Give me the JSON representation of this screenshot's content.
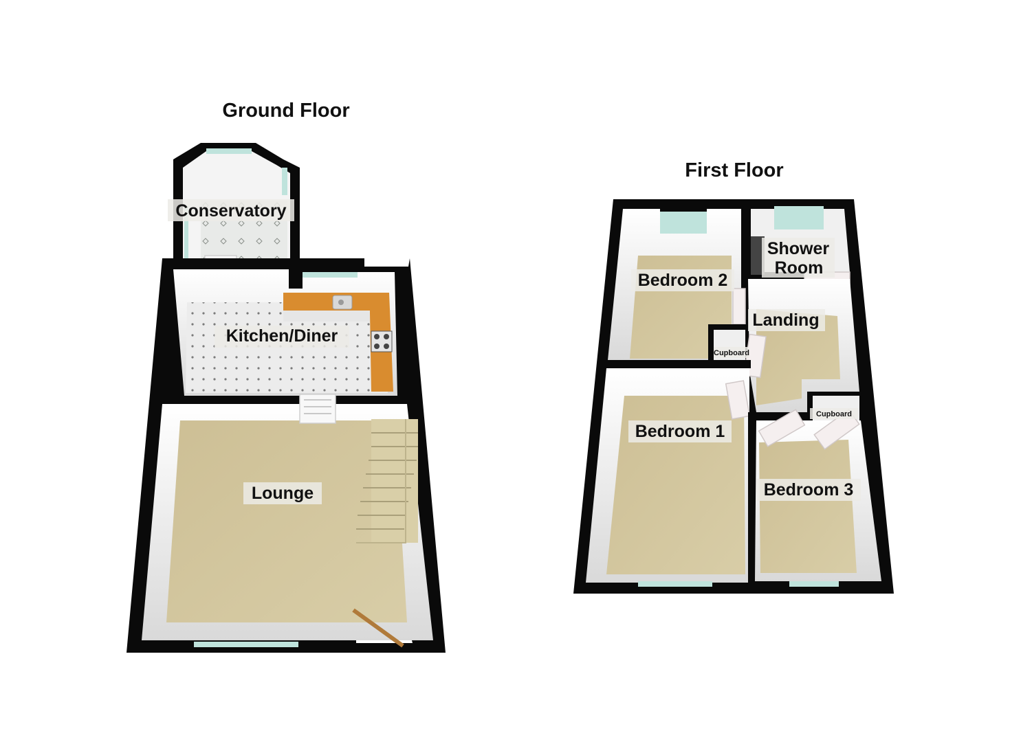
{
  "ground_floor": {
    "title": "Ground Floor",
    "rooms": {
      "conservatory": "Conservatory",
      "kitchen": "Kitchen/Diner",
      "lounge": "Lounge"
    }
  },
  "first_floor": {
    "title": "First Floor",
    "rooms": {
      "bedroom2": "Bedroom 2",
      "shower_line1": "Shower",
      "shower_line2": "Room",
      "landing": "Landing",
      "cupboard_a": "Cupboard",
      "cupboard_b": "Cupboard",
      "bedroom1": "Bedroom 1",
      "bedroom3": "Bedroom 3"
    }
  },
  "colors": {
    "wall": "#0a0a0a",
    "carpet": "#cfc39a",
    "tile": "#e9e9e9",
    "worktop": "#d98c2f",
    "glass": "#bfe3dc"
  }
}
